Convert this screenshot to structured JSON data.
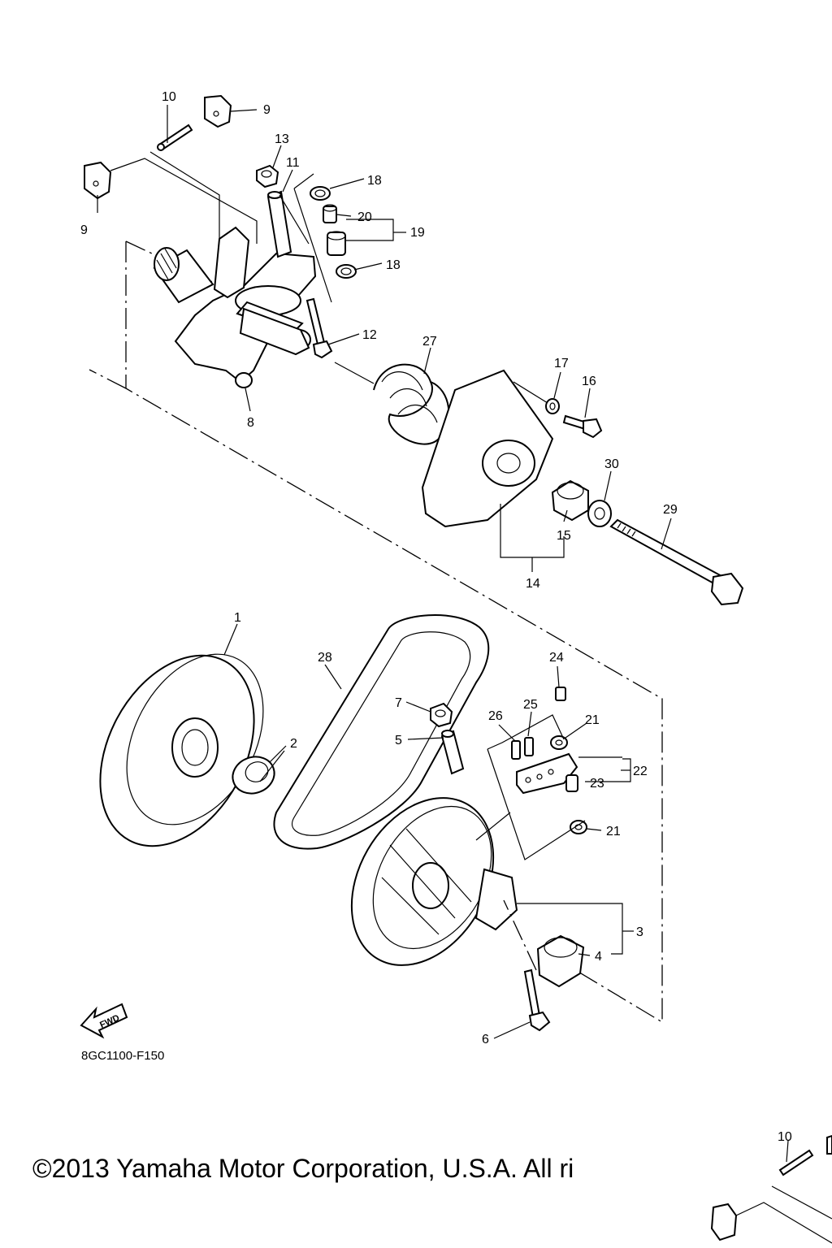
{
  "diagram_code": "8GC1100-F150",
  "copyright": "©2013 Yamaha Motor Corporation, U.S.A. All ri",
  "fwd_label": "FWD",
  "labels": {
    "l1": "1",
    "l2": "2",
    "l3": "3",
    "l4": "4",
    "l5": "5",
    "l6": "6",
    "l7": "7",
    "l8": "8",
    "l9a": "9",
    "l9b": "9",
    "l10": "10",
    "l10b": "10",
    "l11": "11",
    "l12": "12",
    "l13": "13",
    "l14": "14",
    "l15": "15",
    "l16": "16",
    "l17": "17",
    "l18a": "18",
    "l18b": "18",
    "l19": "19",
    "l20": "20",
    "l21a": "21",
    "l21b": "21",
    "l22": "22",
    "l23": "23",
    "l24": "24",
    "l25": "25",
    "l26": "26",
    "l27": "27",
    "l28": "28",
    "l29": "29",
    "l30": "30"
  }
}
